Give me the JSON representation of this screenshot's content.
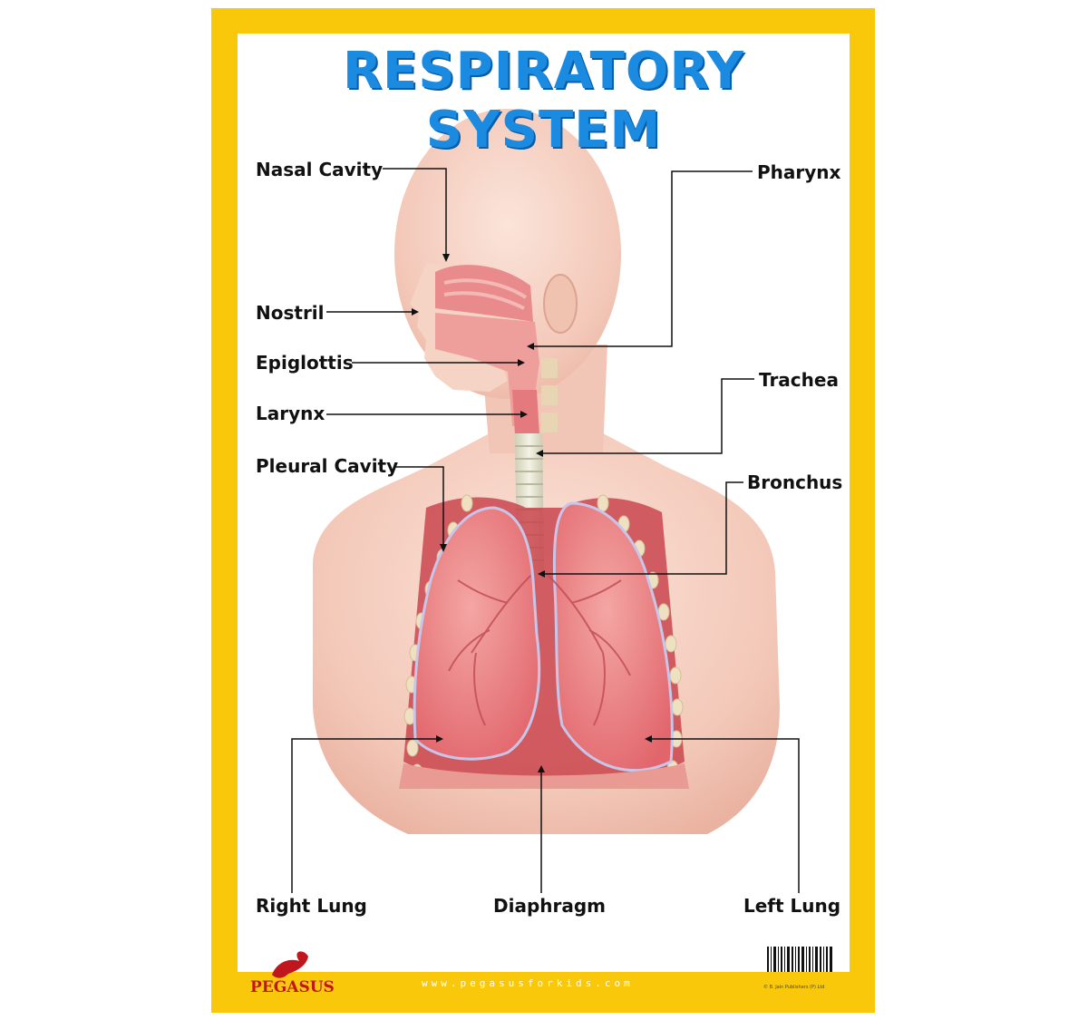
{
  "title": "RESPIRATORY SYSTEM",
  "labels": {
    "nasal_cavity": "Nasal Cavity",
    "pharynx": "Pharynx",
    "nostril": "Nostril",
    "epiglottis": "Epiglottis",
    "trachea": "Trachea",
    "larynx": "Larynx",
    "pleural_cavity": "Pleural Cavity",
    "bronchus": "Bronchus",
    "right_lung": "Right Lung",
    "diaphragm": "Diaphragm",
    "left_lung": "Left Lung"
  },
  "footer": {
    "website": "www.pegasusforkids.com",
    "publisher": "PEGASUS",
    "copyright": "© B. Jain Publishers (P) Ltd"
  },
  "colors": {
    "frame": "#f9c80a",
    "title": "#1a8be0",
    "skin": "#f6d3c6",
    "lung": "#e3767a",
    "publisher": "#c0161d"
  }
}
